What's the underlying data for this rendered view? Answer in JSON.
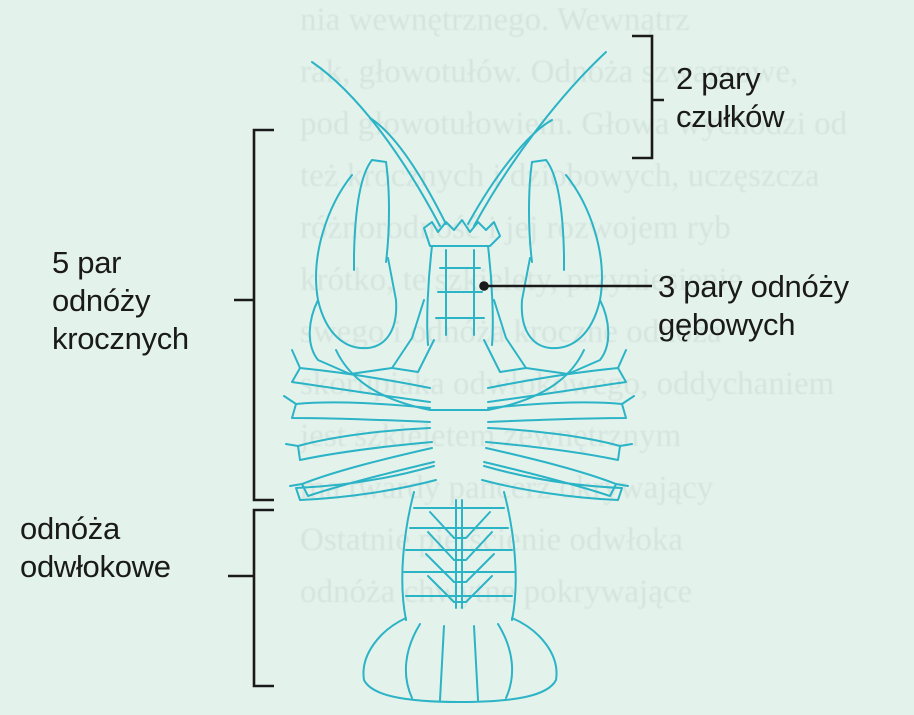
{
  "labels": {
    "antennae": [
      "2 pary",
      "czułków"
    ],
    "walking_legs": [
      "5 par",
      "odnóży",
      "krocznych"
    ],
    "mouthparts": [
      "3 pary odnóży",
      "gębowych"
    ],
    "abdominal": [
      "odnóża",
      "odwłokowe"
    ]
  },
  "background_text": [
    "nia wewnętrznego. Wewnątrz",
    "rak, głowotułów. Odnóża szwagrowe,",
    "pod głowotułowiem. Głowa wychodzi od",
    "też krocznych i dziobowych, uczęszcza",
    "różnorodność i jej rozwojem ryb",
    "krótko, te szkielety, przyniesienie",
    "swego i odnóża kroczne odnóża",
    "skorupiaka odwłokowego, oddychaniem",
    "jest szkieletem zewnętrznym",
    "ma twardy pancerz okrywający",
    "Ostatnie pierścienie odwłoka",
    "odnóża chwytne pokrywające"
  ],
  "colors": {
    "background": "#e4f2ec",
    "outline": "#2bb3c6",
    "text": "#1a1a1a",
    "bracket": "#1a1a1a"
  }
}
